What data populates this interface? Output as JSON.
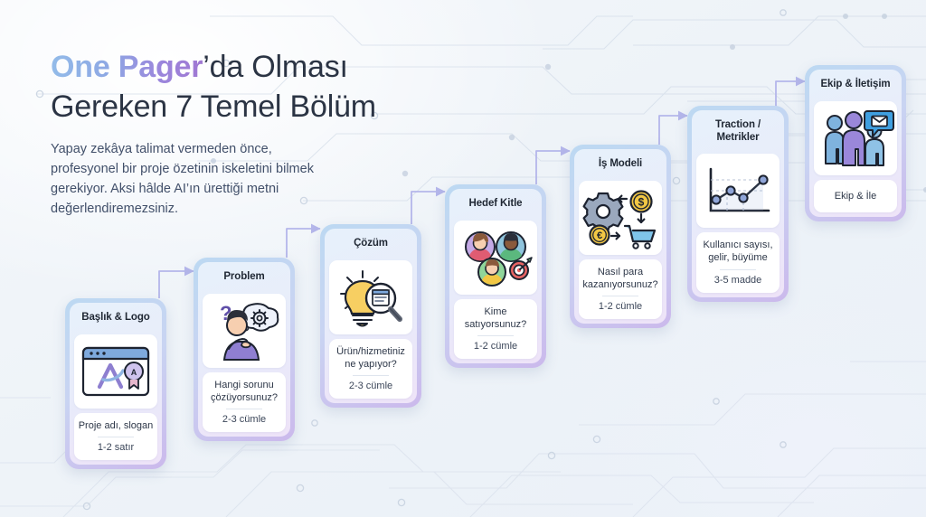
{
  "header": {
    "title_line1_accent": "One Pager",
    "title_line1_rest": "’da Olması",
    "title_line2": "Gereken 7 Temel Bölüm",
    "subtitle": "Yapay zekâya talimat vermeden önce, profesyonel bir proje özetinin iskeletini bilmek gerekiyor. Aksi hâlde AI’ın ürettiği metni değerlendiremezsiniz.",
    "accent_gradient_from": "#93bbe9",
    "accent_gradient_to": "#a078d2",
    "title_color": "#2b3444"
  },
  "theme": {
    "background": "#f1f5f9",
    "card_border_gradient_from": "#bcd9f2",
    "card_border_gradient_to": "#cbb9ec",
    "arrow_color": "#b4b6ea",
    "caption_bg": "#ffffff"
  },
  "steps": [
    {
      "index": 1,
      "title": "Başlık & Logo",
      "icon": "browser-window-logo-badge-icon",
      "caption": "Proje adı, slogan",
      "sublabel": "1-2 satır",
      "has_divider": true
    },
    {
      "index": 2,
      "title": "Problem",
      "icon": "thinking-person-question-gear-icon",
      "caption": "Hangi sorunu çözüyorsunuz?",
      "sublabel": "2-3 cümle",
      "has_divider": true
    },
    {
      "index": 3,
      "title": "Çözüm",
      "icon": "lightbulb-magnifier-icon",
      "caption": "Ürün/hizmetiniz ne yapıyor?",
      "sublabel": "2-3 cümle",
      "has_divider": true
    },
    {
      "index": 4,
      "title": "Hedef Kitle",
      "icon": "audience-avatars-target-icon",
      "caption": "Kime satıyorsunuz?",
      "sublabel": "1-2 cümle",
      "has_divider": true
    },
    {
      "index": 5,
      "title": "İş Modeli",
      "icon": "gear-coins-cart-icon",
      "caption": "Nasıl para kazanıyorsunuz?",
      "sublabel": "1-2 cümle",
      "has_divider": true
    },
    {
      "index": 6,
      "title": "Traction / Metrikler",
      "icon": "line-chart-growth-icon",
      "caption": "Kullanıcı sayısı, gelir, büyüme",
      "sublabel": "3-5 madde",
      "has_divider": true
    },
    {
      "index": 7,
      "title": "Ekip & İletişim",
      "icon": "team-people-mail-icon",
      "caption": "Ekip & İle",
      "sublabel": "",
      "has_divider": false
    }
  ]
}
